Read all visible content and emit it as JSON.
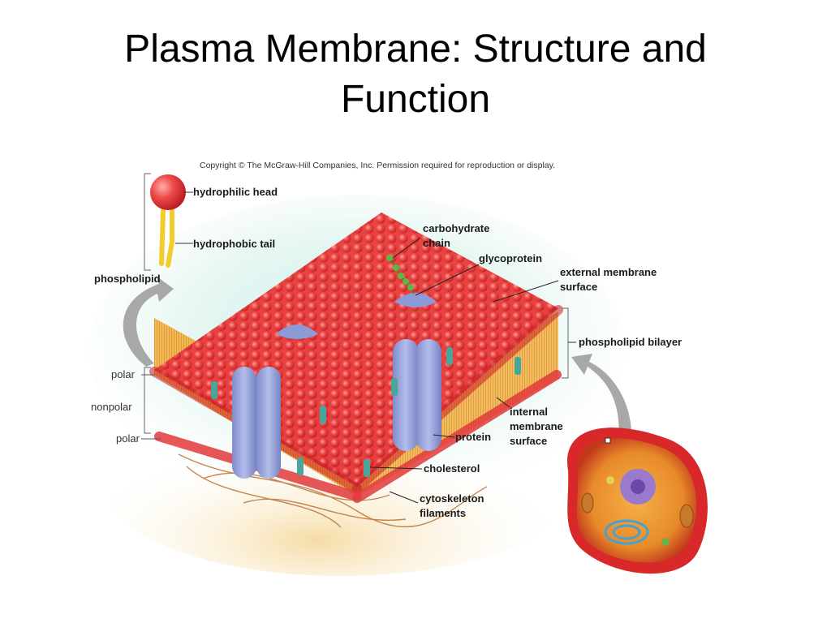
{
  "slide": {
    "title": "Plasma Membrane:  Structure and Function",
    "title_line1": "Plasma Membrane:  Structure and",
    "title_line2": "Function"
  },
  "figure": {
    "copyright": "Copyright © The McGraw-Hill Companies, Inc. Permission required for reproduction or display.",
    "labels": {
      "hydrophilic_head": "hydrophilic head",
      "hydrophobic_tail": "hydrophobic tail",
      "phospholipid": "phospholipid",
      "carbohydrate_chain_1": "carbohydrate",
      "carbohydrate_chain_2": "chain",
      "glycoprotein": "glycoprotein",
      "external_surface_1": "external membrane",
      "external_surface_2": "surface",
      "phospholipid_bilayer": "phospholipid bilayer",
      "polar_top": "polar",
      "nonpolar": "nonpolar",
      "polar_bottom": "polar",
      "internal_surface_1": "internal",
      "internal_surface_2": "membrane",
      "internal_surface_3": "surface",
      "protein": "protein",
      "cholesterol": "cholesterol",
      "cytoskeleton_1": "cytoskeleton",
      "cytoskeleton_2": "filaments"
    },
    "colors": {
      "head": "#e8343a",
      "tail": "#f0a830",
      "protein": "#8c9bd8",
      "cholesterol": "#4aa59a",
      "carbohydrate": "#5cb842",
      "arrow": "#9a9a9a",
      "cell": "#d8282a"
    }
  }
}
